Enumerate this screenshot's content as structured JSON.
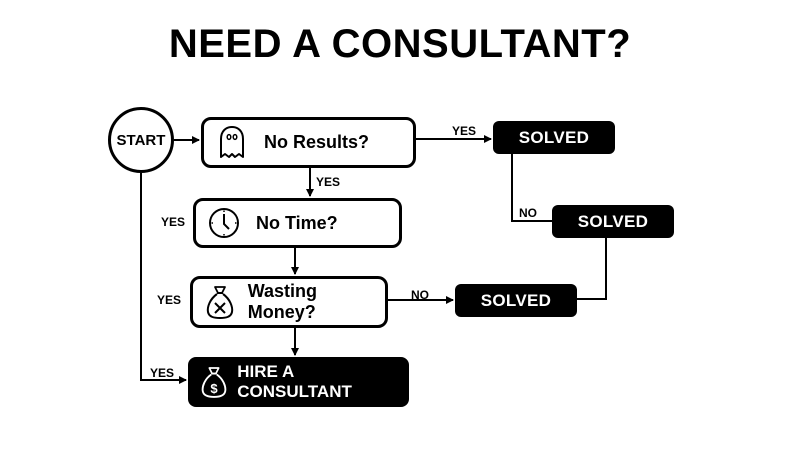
{
  "title": "NEED A CONSULTANT?",
  "start": {
    "label": "START"
  },
  "questions": [
    {
      "label": "No Results?",
      "icon": "ghost-icon"
    },
    {
      "label": "No Time?",
      "icon": "clock-icon"
    },
    {
      "label": "Wasting Money?",
      "icon": "money-bag-x-icon"
    }
  ],
  "outcomes": {
    "solved": [
      "SOLVED",
      "SOLVED",
      "SOLVED"
    ],
    "hire": {
      "label": "HIRE A CONSULTANT",
      "icon": "money-bag-dollar-icon"
    }
  },
  "edge_labels": {
    "no_results_yes_down": "YES",
    "no_results_yes_right": "YES",
    "no_time_yes": "YES",
    "wasting_money_yes": "YES",
    "hire_yes": "YES",
    "solved1_no": "NO",
    "wasting_money_no": "NO"
  },
  "colors": {
    "background": "#ffffff",
    "stroke": "#000000",
    "fill_dark": "#000000",
    "text_light": "#ffffff"
  }
}
